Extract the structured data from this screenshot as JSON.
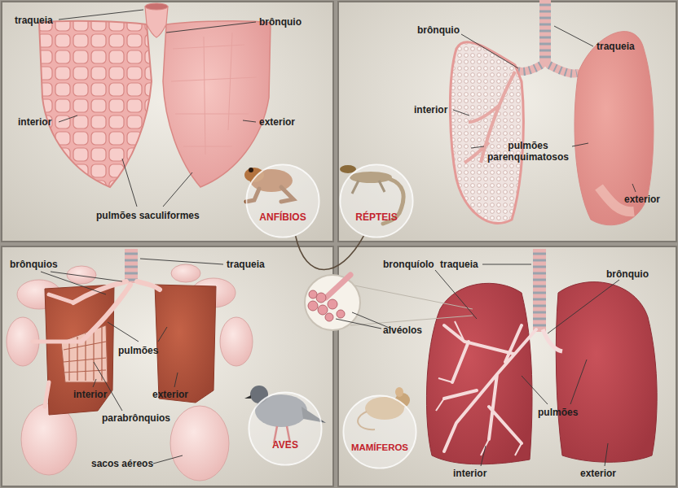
{
  "diagram": {
    "nodes": [
      {
        "text": [
          "ANFÍBIOS"
        ]
      },
      {
        "text": [
          "RÉPTEIS"
        ]
      },
      {
        "text": [
          "AVES"
        ]
      },
      {
        "text": [
          "MAMÍFEROS"
        ]
      }
    ],
    "edges": [
      {
        "from": 0,
        "to": 1,
        "arrow": "none"
      }
    ],
    "labels": [
      "traqueia",
      "brônquio",
      "interior",
      "exterior",
      "pulmões saculiformes",
      "brônquio",
      "traqueia",
      "interior",
      "pulmões parenquimatosos",
      "exterior",
      "brônquios",
      "traqueia",
      "pulmões",
      "interior",
      "exterior",
      "parabrônquios",
      "sacos aéreos",
      "bronquíolo",
      "traqueia",
      "brônquio",
      "alvéolos",
      "pulmões",
      "interior",
      "exterior"
    ]
  }
}
